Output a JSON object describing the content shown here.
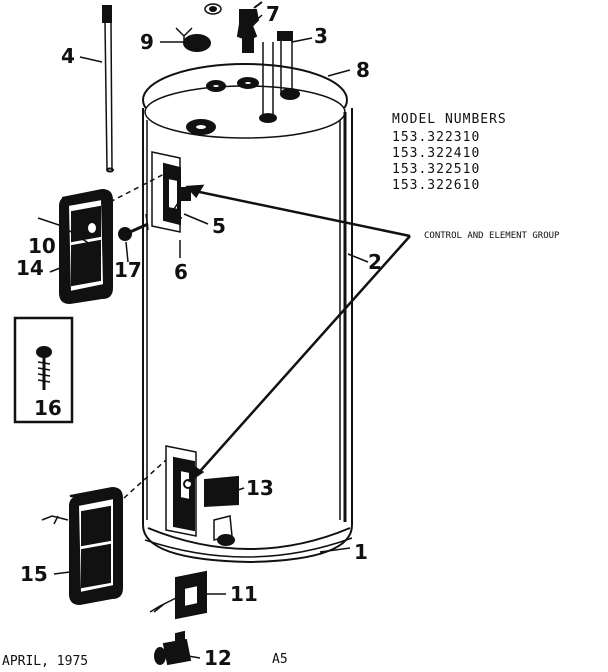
{
  "callouts": {
    "c1": "1",
    "c2": "2",
    "c3": "3",
    "c4": "4",
    "c5": "5",
    "c6": "6",
    "c7": "7",
    "c8": "8",
    "c9": "9",
    "c10": "10",
    "c11": "11",
    "c12": "12",
    "c13": "13",
    "c14": "14",
    "c15": "15",
    "c16": "16",
    "c17": "17"
  },
  "model_numbers": {
    "heading": "MODEL NUMBERS",
    "items": [
      "153.322310",
      "153.322410",
      "153.322510",
      "153.322610"
    ]
  },
  "group_label": "CONTROL AND ELEMENT GROUP",
  "footer": {
    "date": "APRIL, 1975",
    "code": "A5"
  }
}
